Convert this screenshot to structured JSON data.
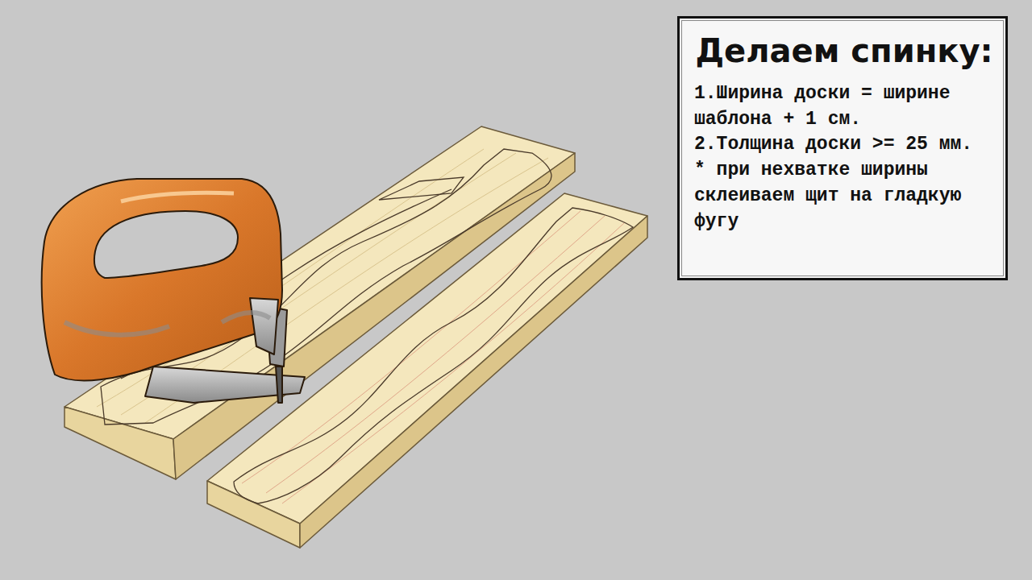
{
  "diagram": {
    "nodes": [
      {
        "text": [
          "Делаем спинку:",
          "1.Ширина доски = ширине шаблона + 1 см.",
          "2.Толщина доски >= 25 мм.",
          "* при нехватке ширины склеиваем щит на гладкую фугу"
        ]
      }
    ]
  }
}
